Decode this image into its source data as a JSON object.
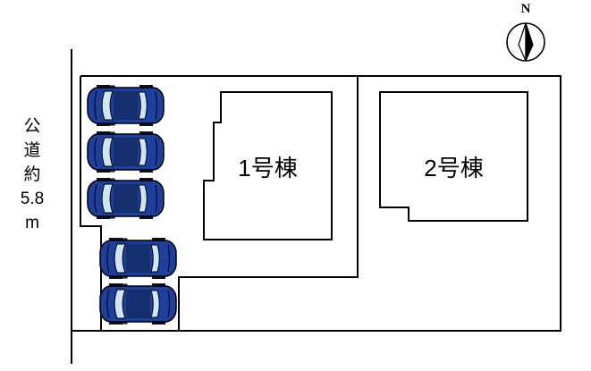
{
  "road": {
    "label": "公道約5.8m",
    "chars": [
      "公",
      "道",
      "約",
      "5.8",
      "m"
    ]
  },
  "buildings": [
    {
      "label": "1号棟"
    },
    {
      "label": "2号棟"
    }
  ],
  "compass": {
    "label": "N"
  },
  "parking": {
    "car_count": 5
  },
  "colors": {
    "line_color": "#000000",
    "car_body": "#1d3f9d",
    "car_roof": "#16306f",
    "car_window": "#cfe6f2",
    "car_tire": "#111111"
  }
}
